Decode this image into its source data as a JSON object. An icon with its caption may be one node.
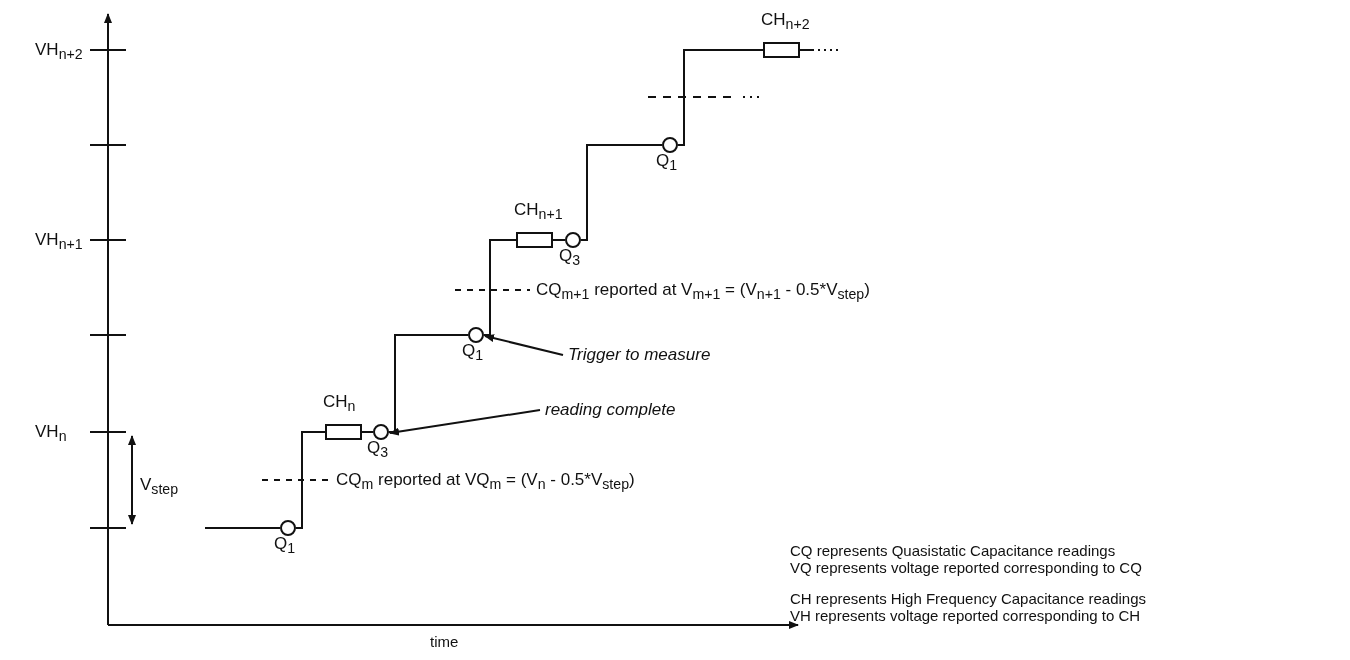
{
  "diagram": {
    "nodes": [
      {
        "text": [],
        "shape": "circle",
        "beside": [
          "Q$_{1}$"
        ]
      },
      {
        "text": [
          "CH$_{n}$"
        ]
      },
      {
        "text": [],
        "shape": "circle",
        "beside": [
          "Q$_{3}$"
        ]
      },
      {
        "text": [
          "reading complete"
        ]
      },
      {
        "text": [],
        "shape": "circle",
        "beside": [
          "Q$_{1}$"
        ]
      },
      {
        "text": [
          "Trigger to measure"
        ]
      },
      {
        "text": [
          "CH$_{n+1}$"
        ]
      },
      {
        "text": [],
        "shape": "circle",
        "beside": [
          "Q$_{3}$"
        ]
      },
      {
        "text": [],
        "shape": "circle",
        "beside": [
          "Q$_{1}$"
        ]
      },
      {
        "text": [
          "CH$_{n+2}$"
        ]
      }
    ],
    "edges": [
      {
        "from": null,
        "to": 0,
        "arrow": "none"
      },
      {
        "from": 0,
        "to": 1,
        "arrow": "none"
      },
      {
        "from": 1,
        "to": 2,
        "arrow": "none"
      },
      {
        "from": 2,
        "to": 4,
        "arrow": "none"
      },
      {
        "from": 4,
        "to": 6,
        "arrow": "none"
      },
      {
        "from": 6,
        "to": 7,
        "arrow": "none"
      },
      {
        "from": 7,
        "to": 8,
        "arrow": "none"
      },
      {
        "from": 8,
        "to": 9,
        "arrow": "none"
      },
      {
        "from": 9,
        "to": null,
        "arrow": "other"
      },
      {
        "from": 3,
        "to": 2,
        "arrow": "to"
      },
      {
        "from": 5,
        "to": 4,
        "arrow": "to"
      }
    ],
    "labels": [
      "VH$_{n+2}$",
      "VH$_{n+1}$",
      "CQ$_{m+1}$ reported at V$_{m+1}$ = (V$_{n+1}$ - 0.5*V$_{step}$)",
      "VH$_{n}$",
      "V$_{step}$",
      "CQ$_{m}$ reported at VQ$_{m}$ = (V$_{n}$ - 0.5*V$_{step}$)",
      "CQ represents Quasistatic Capacitance readings",
      "VQ represents voltage reported corresponding to CQ",
      "CH represents High Frequency Capacitance readings",
      "VH represents voltage reported corresponding to CH",
      "time"
    ]
  }
}
